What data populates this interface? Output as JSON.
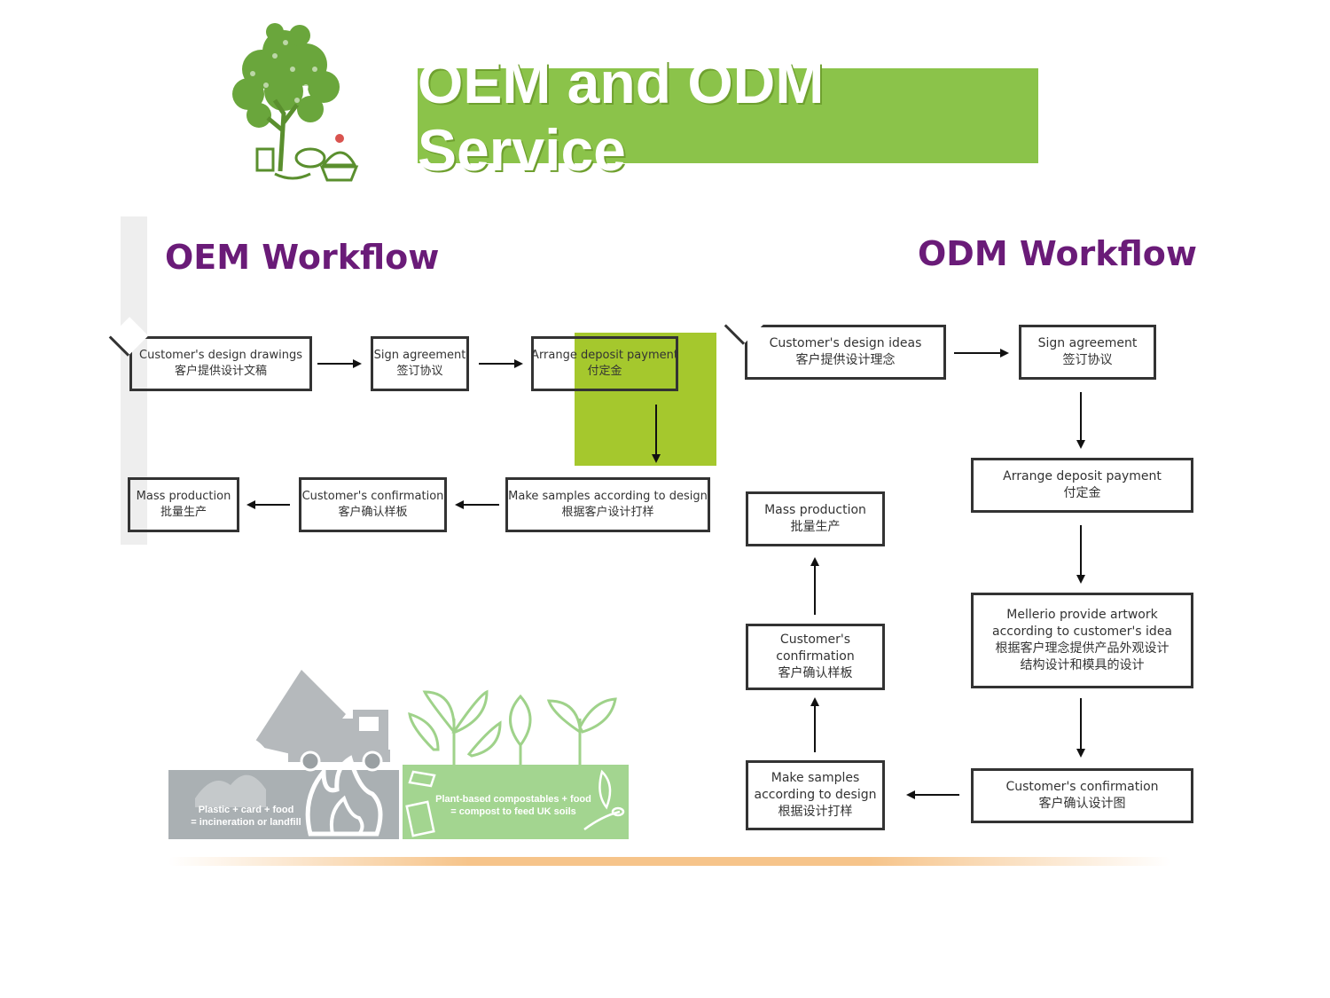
{
  "header": {
    "title": "OEM and ODM Service"
  },
  "oem": {
    "heading": "OEM Workflow",
    "steps": [
      {
        "en": "Customer's design drawings",
        "cn": "客户提供设计文稿"
      },
      {
        "en": "Sign agreement",
        "cn": "签订协议"
      },
      {
        "en": "Arrange deposit payment",
        "cn": "付定金"
      },
      {
        "en": "Make samples according to design",
        "cn": "根据客户设计打样"
      },
      {
        "en": "Customer's confirmation",
        "cn": "客户确认样板"
      },
      {
        "en": "Mass production",
        "cn": "批量生产"
      }
    ]
  },
  "odm": {
    "heading": "ODM Workflow",
    "steps": [
      {
        "en": "Customer's design ideas",
        "cn": "客户提供设计理念"
      },
      {
        "en": "Sign agreement",
        "cn": "签订协议"
      },
      {
        "en": "Arrange deposit payment",
        "cn": "付定金"
      },
      {
        "en1": "Mellerio provide artwork",
        "en2": "according to customer's idea",
        "cn1": "根据客户理念提供产品外观设计",
        "cn2": "结构设计和模具的设计"
      },
      {
        "en": "Customer's confirmation",
        "cn": "客户确认设计图"
      },
      {
        "en1": "Make samples",
        "en2": "according to design",
        "cn": "根据设计打样"
      },
      {
        "en1": "Customer's",
        "en2": "confirmation",
        "cn": "客户确认样板"
      },
      {
        "en": "Mass production",
        "cn": "批量生产"
      }
    ]
  },
  "illustration": {
    "left_caption_1": "Plastic + card + food",
    "left_caption_2": "= incineration or landfill",
    "right_caption_1": "Plant-based compostables + food",
    "right_caption_2": "= compost to feed UK soils"
  },
  "colors": {
    "banner_green": "#8bc34a",
    "heading_purple": "#6a1b78",
    "box_border": "#333333",
    "accent_lime": "#a5c82d"
  }
}
